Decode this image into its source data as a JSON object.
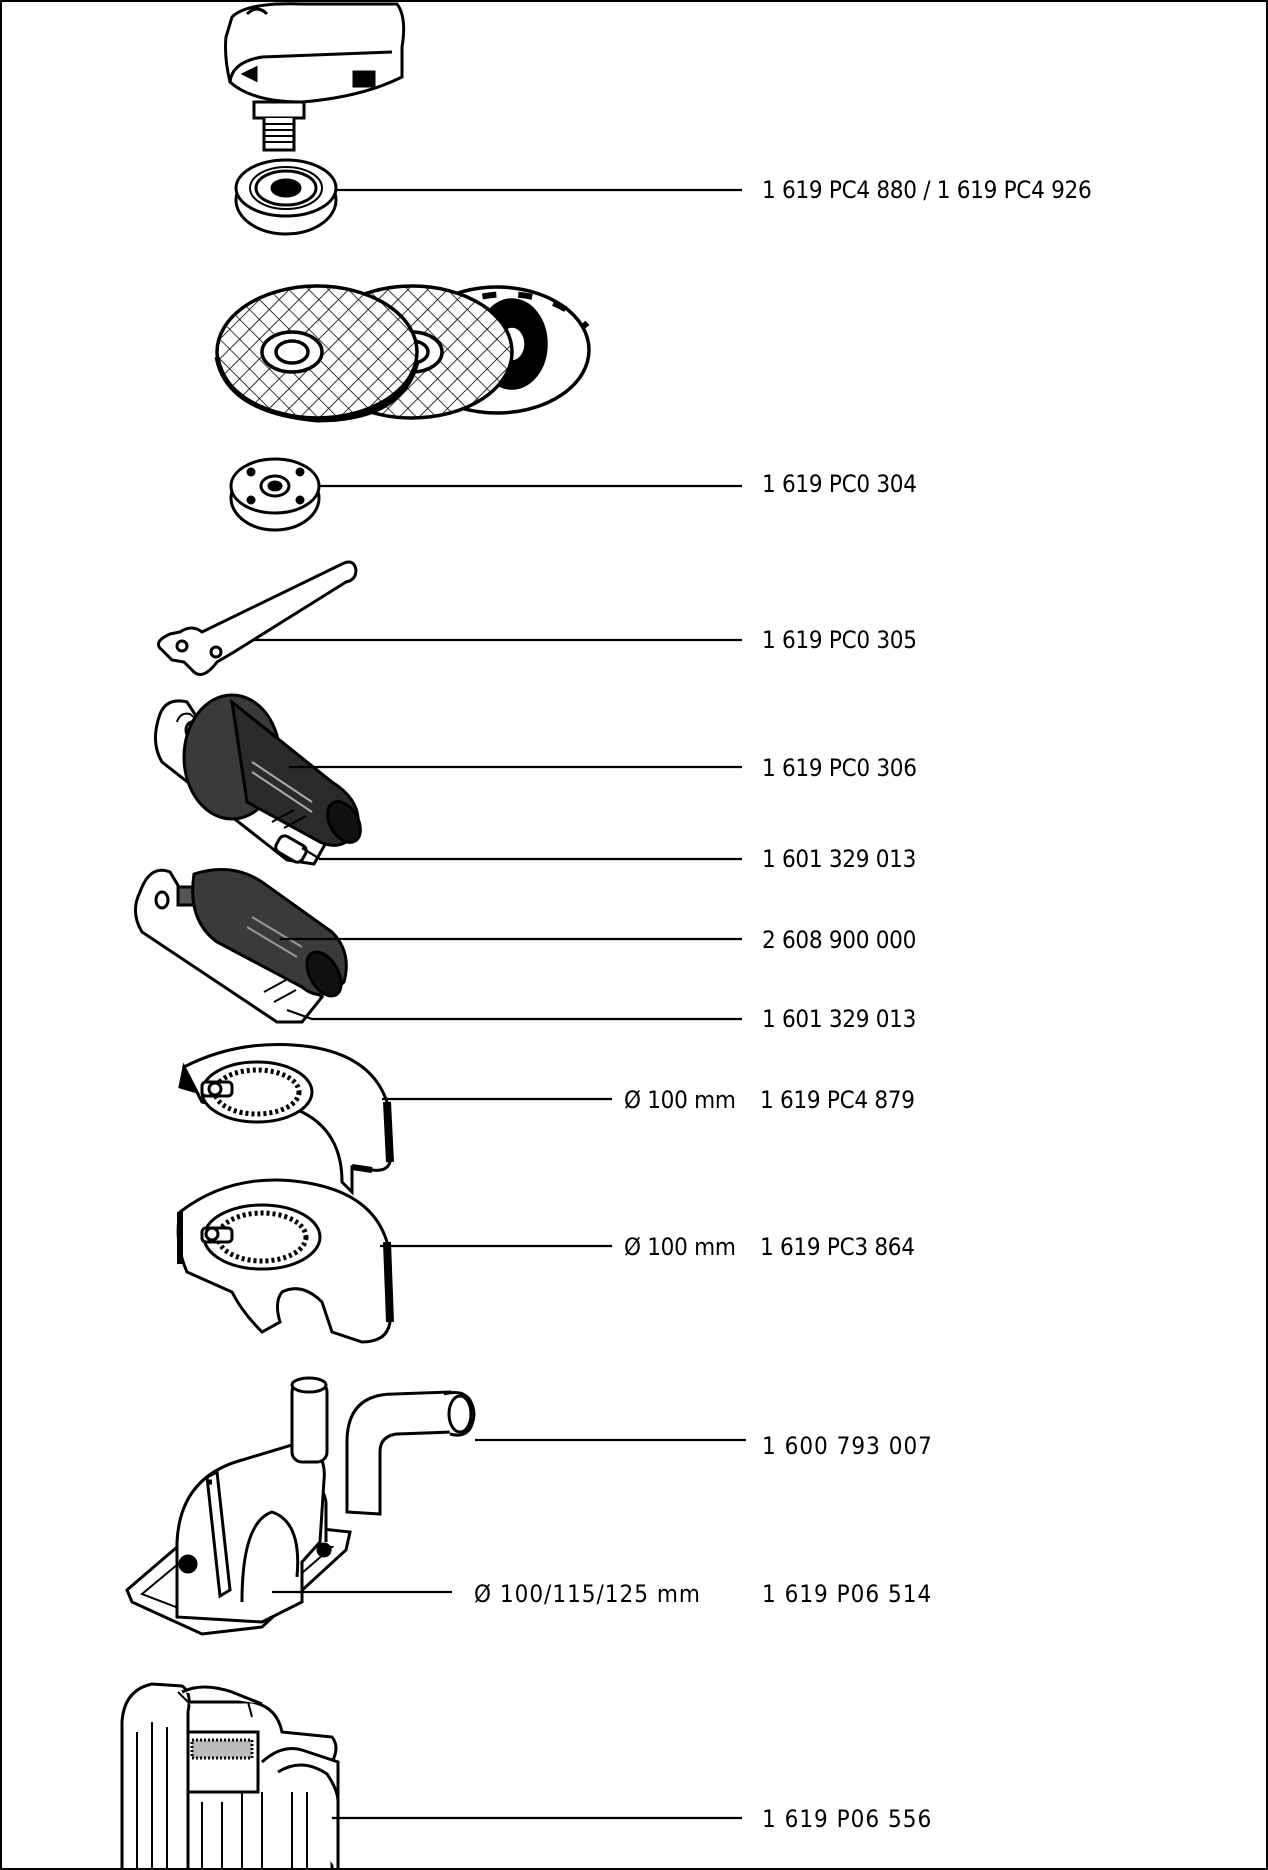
{
  "parts": [
    {
      "id": "clamping-nut",
      "number": "1 619 PC4 880 / 1 619 PC4 926"
    },
    {
      "id": "mounting-flange",
      "number": "1 619 PC0 304"
    },
    {
      "id": "two-pin-spanner",
      "number": "1 619 PC0 305"
    },
    {
      "id": "vibration-handle",
      "number": "1 619 PC0 306"
    },
    {
      "id": "handle-bracket-1",
      "number": "1 601 329 013"
    },
    {
      "id": "side-handle",
      "number": "2 608 900 000"
    },
    {
      "id": "handle-bracket-2",
      "number": "1 601 329 013"
    },
    {
      "id": "guard-1",
      "diameter": "Ø  100 mm",
      "number": "1 619 PC4 879"
    },
    {
      "id": "guard-2",
      "diameter": "Ø  100 mm",
      "number": "1 619 PC3 864"
    },
    {
      "id": "extraction-elbow",
      "number": "1 600 793 007"
    },
    {
      "id": "cutting-guide",
      "diameter": "Ø 100/115/125 mm",
      "number": "1 619 P06 514"
    },
    {
      "id": "carrying-case",
      "number": "1 619 P06 556"
    }
  ]
}
